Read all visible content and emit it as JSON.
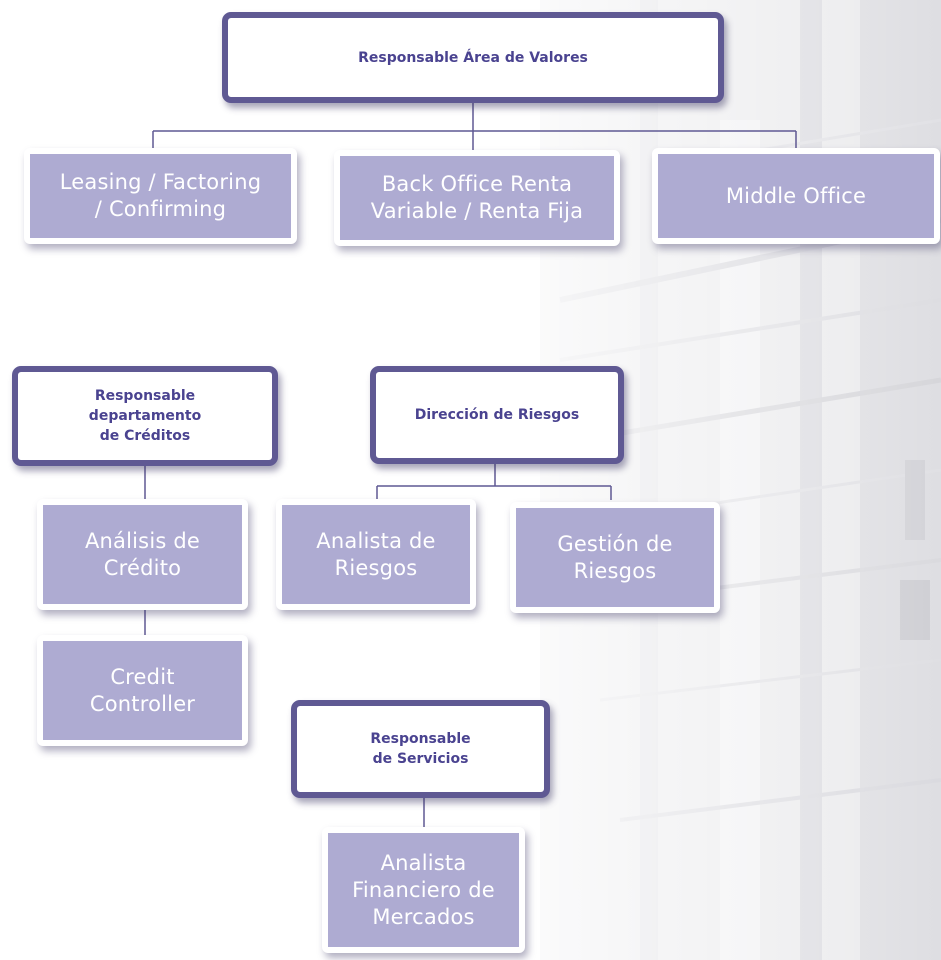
{
  "chart": {
    "head_valores": "Responsable Área de Valores",
    "role_leasing": "Leasing / Factoring\n/ Confirming",
    "role_back_office": "Back Office Renta\nVariable / Renta Fija",
    "role_middle_office": "Middle Office",
    "head_creditos": "Responsable\ndepartamento\nde Créditos",
    "role_analisis_credito": "Análisis de\nCrédito",
    "role_credit_controller": "Credit\nController",
    "head_riesgos": "Dirección de Riesgos",
    "role_analista_riesgos": "Analista de\nRiesgos",
    "role_gestion_riesgos": "Gestión de\nRiesgos",
    "head_servicios": "Responsable\nde Servicios",
    "role_analista_financiero": "Analista\nFinanciero de\nMercados"
  },
  "colors": {
    "head_border": "#5f5993",
    "head_text": "#4a4390",
    "role_fill": "#aeabd2",
    "role_text": "#ffffff",
    "connector": "#5f5993"
  }
}
